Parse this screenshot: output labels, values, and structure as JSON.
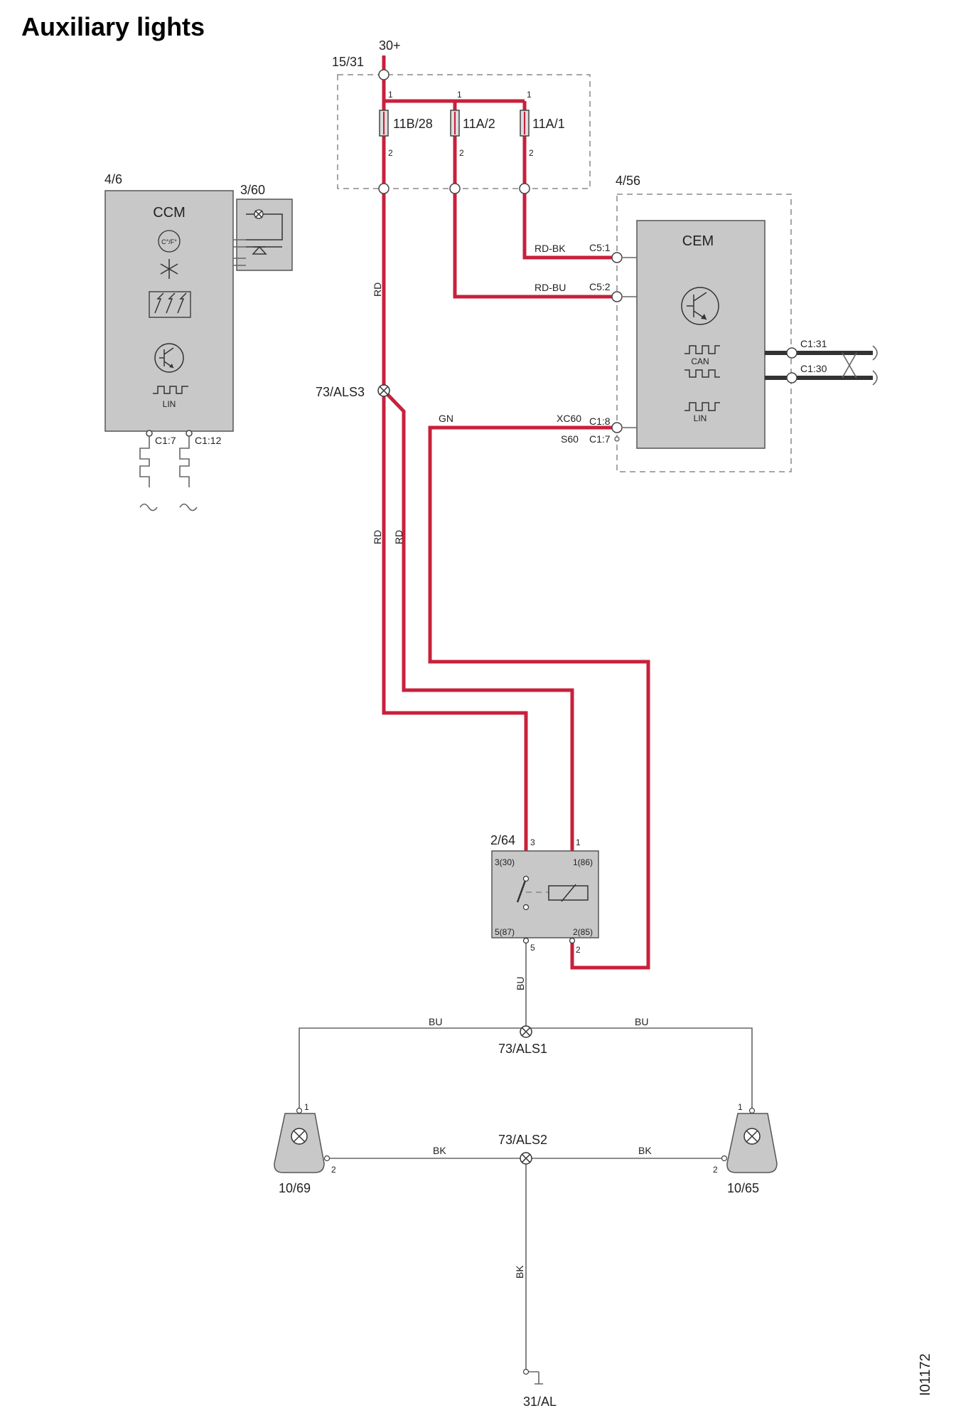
{
  "title": "Auxiliary lights",
  "figure_id": "I01172",
  "supply": "30+",
  "fuse_box": {
    "id": "15/31",
    "fuses": [
      {
        "name": "11B/28",
        "pin_in": "1",
        "pin_out": "2"
      },
      {
        "name": "11A/2",
        "pin_in": "1",
        "pin_out": "2"
      },
      {
        "name": "11A/1",
        "pin_in": "1",
        "pin_out": "2"
      }
    ]
  },
  "ccm": {
    "id": "4/6",
    "label": "CCM",
    "temp_label": "C°/F°",
    "bus_label": "LIN",
    "pins": [
      "C1:7",
      "C1:12"
    ]
  },
  "panel": {
    "id": "3/60"
  },
  "cem": {
    "id": "4/56",
    "label": "CEM",
    "can_label": "CAN",
    "lin_label": "LIN",
    "pins": {
      "c51": "C5:1",
      "c52": "C5:2",
      "c18": "C1:8",
      "c17": "C1:7",
      "c131": "C1:31",
      "c130": "C1:30"
    },
    "variants": {
      "xc60": "XC60",
      "s60": "S60"
    }
  },
  "splices": {
    "als3": "73/ALS3",
    "als1": "73/ALS1",
    "als2": "73/ALS2"
  },
  "relay": {
    "id": "2/64",
    "pins": {
      "p3": "3",
      "p1": "1",
      "p5": "5",
      "p2": "2",
      "p330": "3(30)",
      "p186": "1(86)",
      "p587": "5(87)",
      "p285": "2(85)"
    }
  },
  "lamps": [
    {
      "id": "10/69",
      "pin1": "1",
      "pin2": "2"
    },
    {
      "id": "10/65",
      "pin1": "1",
      "pin2": "2"
    }
  ],
  "ground": "31/AL",
  "wires": {
    "rd": "RD",
    "rd_bk": "RD-BK",
    "rd_bu": "RD-BU",
    "gn": "GN",
    "bu": "BU",
    "bk": "BK"
  },
  "colors": {
    "power_wire": "#c8203c",
    "module_fill": "#c8c8c8",
    "signal_wire": "#666666"
  }
}
